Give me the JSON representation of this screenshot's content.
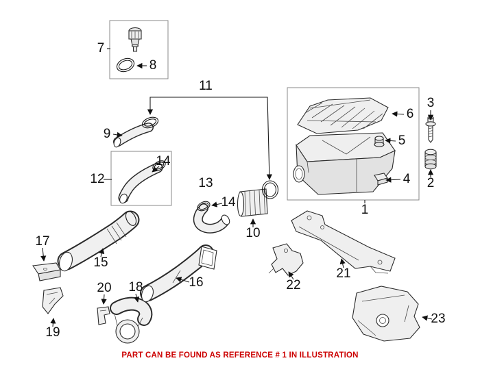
{
  "caption": {
    "text": "PART CAN BE FOUND AS REFERENCE # 1 IN ILLUSTRATION",
    "color": "#cc0000"
  },
  "callouts": [
    {
      "ref": "1"
    },
    {
      "ref": "2"
    },
    {
      "ref": "3"
    },
    {
      "ref": "4"
    },
    {
      "ref": "5"
    },
    {
      "ref": "6"
    },
    {
      "ref": "7"
    },
    {
      "ref": "8"
    },
    {
      "ref": "9"
    },
    {
      "ref": "10"
    },
    {
      "ref": "11"
    },
    {
      "ref": "12"
    },
    {
      "ref": "13"
    },
    {
      "ref": "14"
    },
    {
      "ref": "14"
    },
    {
      "ref": "15"
    },
    {
      "ref": "16"
    },
    {
      "ref": "17"
    },
    {
      "ref": "18"
    },
    {
      "ref": "19"
    },
    {
      "ref": "20"
    },
    {
      "ref": "21"
    },
    {
      "ref": "22"
    },
    {
      "ref": "23"
    }
  ]
}
